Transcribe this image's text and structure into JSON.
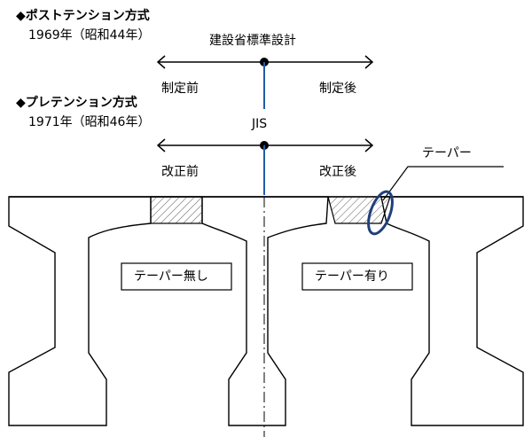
{
  "post_tension": {
    "heading": "◆ポストテンション方式",
    "year": "1969年（昭和44年）",
    "standard_label": "建設省標準設計",
    "before_label": "制定前",
    "after_label": "制定後"
  },
  "pre_tension": {
    "heading": "◆プレテンション方式",
    "year": "1971年（昭和46年）",
    "standard_label": "JIS",
    "before_label": "改正前",
    "after_label": "改正後"
  },
  "callout_label": "テーパー",
  "left_box_label": "テーパー無し",
  "right_box_label": "テーパー有り",
  "colors": {
    "line": "#000000",
    "timeline_marker": "#1f5ea8",
    "callout_ellipse": "#1f3f7a",
    "hatch": "#555555"
  }
}
